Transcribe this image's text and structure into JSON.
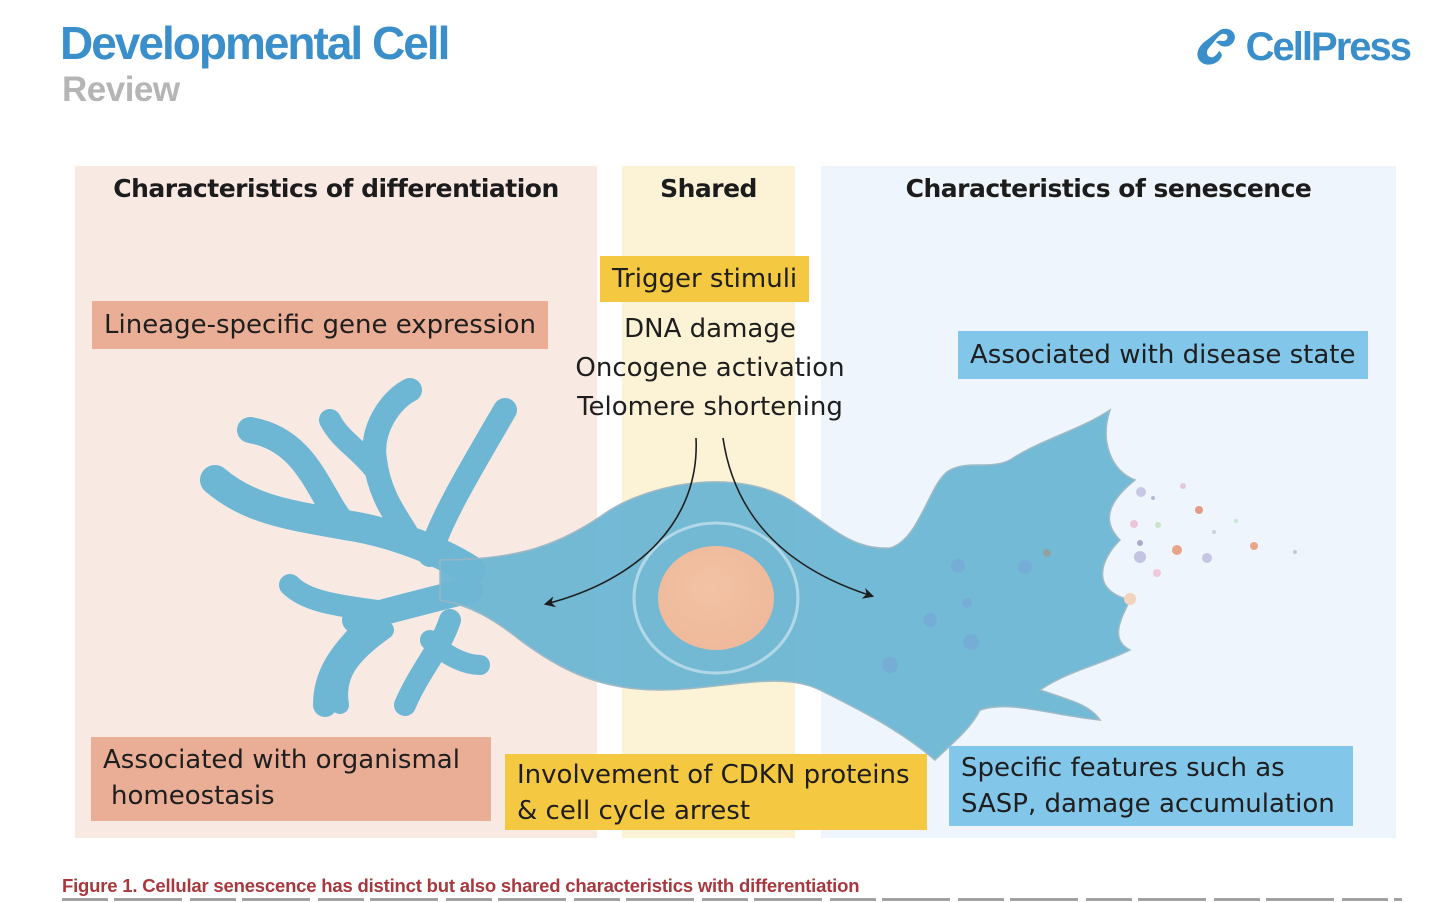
{
  "header": {
    "journal_title": "Developmental Cell",
    "article_type": "Review",
    "publisher": "CellPress",
    "brand_color": "#3a8fcb"
  },
  "figure": {
    "columns": [
      {
        "id": "differentiation",
        "heading": "Characteristics of differentiation",
        "color": "#f9e9e3"
      },
      {
        "id": "shared",
        "heading": "Shared",
        "color": "#fcf2d6"
      },
      {
        "id": "senescence",
        "heading": "Characteristics of senescence",
        "color": "#eef5fc"
      }
    ],
    "differentiation": {
      "top_label": "Lineage-specific gene expression",
      "bottom_label_line1": "Associated with organismal",
      "bottom_label_line2": "homeostasis",
      "box_color": "#eaae96"
    },
    "shared": {
      "trigger_label": "Trigger stimuli",
      "stimuli": [
        "DNA damage",
        "Oncogene activation",
        "Telomere shortening"
      ],
      "bottom_label_line1": "Involvement of CDKN proteins",
      "bottom_label_line2": "& cell cycle arrest",
      "box_color": "#f5c842"
    },
    "senescence": {
      "top_label": "Associated with disease state",
      "bottom_label_line1": "Specific features such as",
      "bottom_label_line2": "SASP, damage accumulation",
      "box_color": "#82c6ea"
    }
  },
  "caption": {
    "title": "Figure 1.  Cellular senescence has distinct but also shared characteristics with differentiation",
    "title_color": "#a8383e"
  }
}
